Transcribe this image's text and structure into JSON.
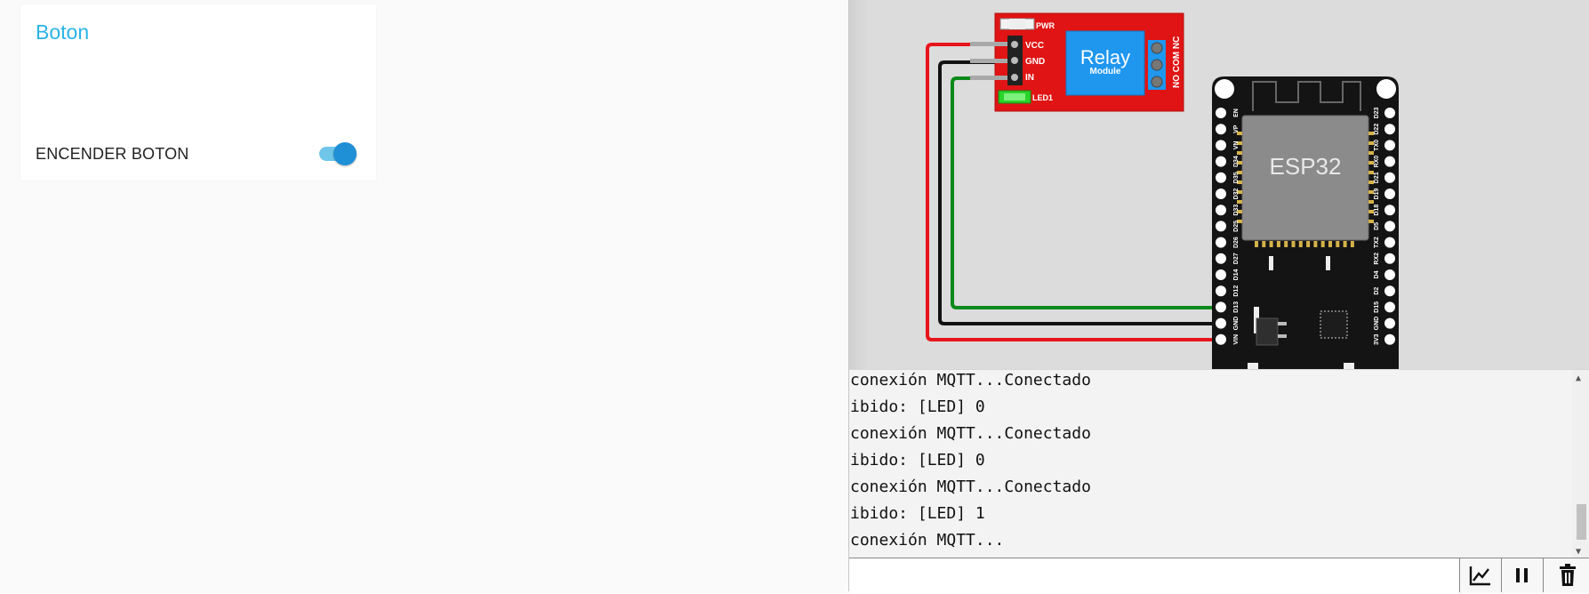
{
  "dashboard": {
    "card_title": "Boton",
    "switch_label": "ENCENDER BOTON",
    "switch_on": true
  },
  "simulator": {
    "relay": {
      "title": "Relay",
      "subtitle": "Module",
      "pins": [
        "VCC",
        "GND",
        "IN"
      ],
      "pwr_label": "PWR",
      "led_label": "LED1",
      "terminals": "NO COM NC"
    },
    "esp32": {
      "title": "ESP32",
      "left_pins": [
        "EN",
        "VP",
        "VN",
        "D34",
        "D35",
        "D32",
        "D33",
        "D25",
        "D26",
        "D27",
        "D14",
        "D12",
        "D13",
        "GND",
        "VIN"
      ],
      "right_pins": [
        "D23",
        "D22",
        "TX0",
        "RX0",
        "D21",
        "D19",
        "D18",
        "D5",
        "TX2",
        "RX2",
        "D4",
        "D2",
        "D15",
        "GND",
        "3V3"
      ]
    },
    "wire_colors": {
      "vcc": "#e8141b",
      "gnd": "#111111",
      "in": "#0a8a1a"
    }
  },
  "console": {
    "lines": [
      "conexión MQTT...Conectado",
      "ibido: [LED] 0",
      "conexión MQTT...Conectado",
      "ibido: [LED] 0",
      "conexión MQTT...Conectado",
      "ibido: [LED] 1",
      "conexión MQTT..."
    ],
    "input_value": ""
  },
  "toolbar": {
    "plotter_icon": "chart-line-icon",
    "pause_icon": "pause-icon",
    "clear_icon": "trash-icon"
  }
}
